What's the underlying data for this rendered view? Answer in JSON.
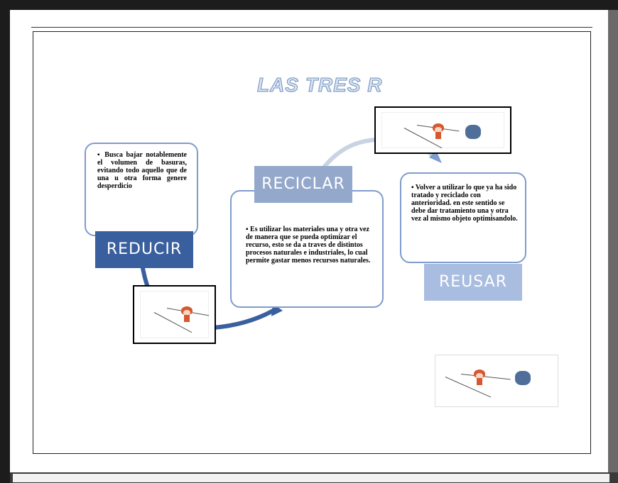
{
  "title": "LAS TRES R",
  "cycle": [
    {
      "label": "REDUCIR",
      "text": "Busca bajar notablemente el volumen de basuras, evitando todo aquello que de una u otra forma genere desperdicio"
    },
    {
      "label": "RECICLAR",
      "text": "Es utilizar los materiales una y otra vez de manera que se pueda optimizar el recurso, esto se da a traves de distintos procesos naturales e industriales, lo cual permite gastar menos recursos naturales."
    },
    {
      "label": "REUSAR",
      "text": "Volver a utilizar lo que ya ha sido tratado y reciclado con anterioridad. en este sentido se debe dar tratamiento una y otra vez al mismo objeto optimisandolo."
    }
  ],
  "images": [
    "clipart-thumbnail",
    "clipart-thumbnail",
    "clipart-thumbnail"
  ],
  "colors": {
    "dark_blue": "#3a5f9e",
    "mid_blue": "#94a8cc",
    "light_blue": "#a9bde0",
    "border_blue": "#7f9ccc"
  }
}
